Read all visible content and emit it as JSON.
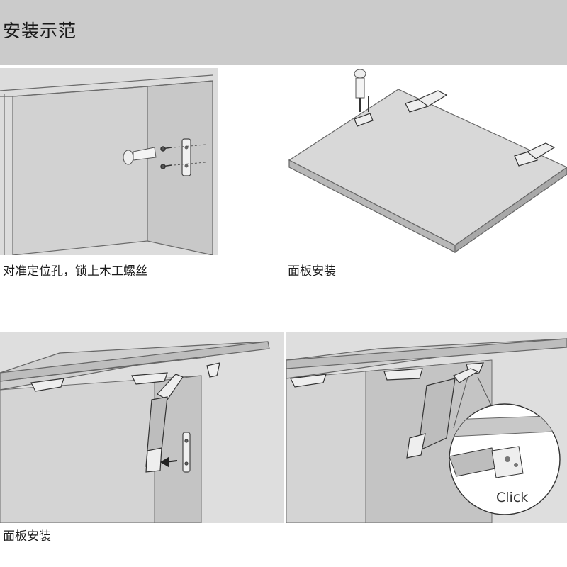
{
  "header": {
    "title": "安装示范"
  },
  "panels": [
    {
      "caption": "对准定位孔，锁上木工螺丝"
    },
    {
      "caption": "面板安装"
    },
    {
      "caption": "面板安装"
    },
    {
      "callout_label": "Click"
    }
  ],
  "colors": {
    "header_bg": "#cbcbcb",
    "panel_bg": "#e0e0e0",
    "line": "#5a5a5a"
  }
}
